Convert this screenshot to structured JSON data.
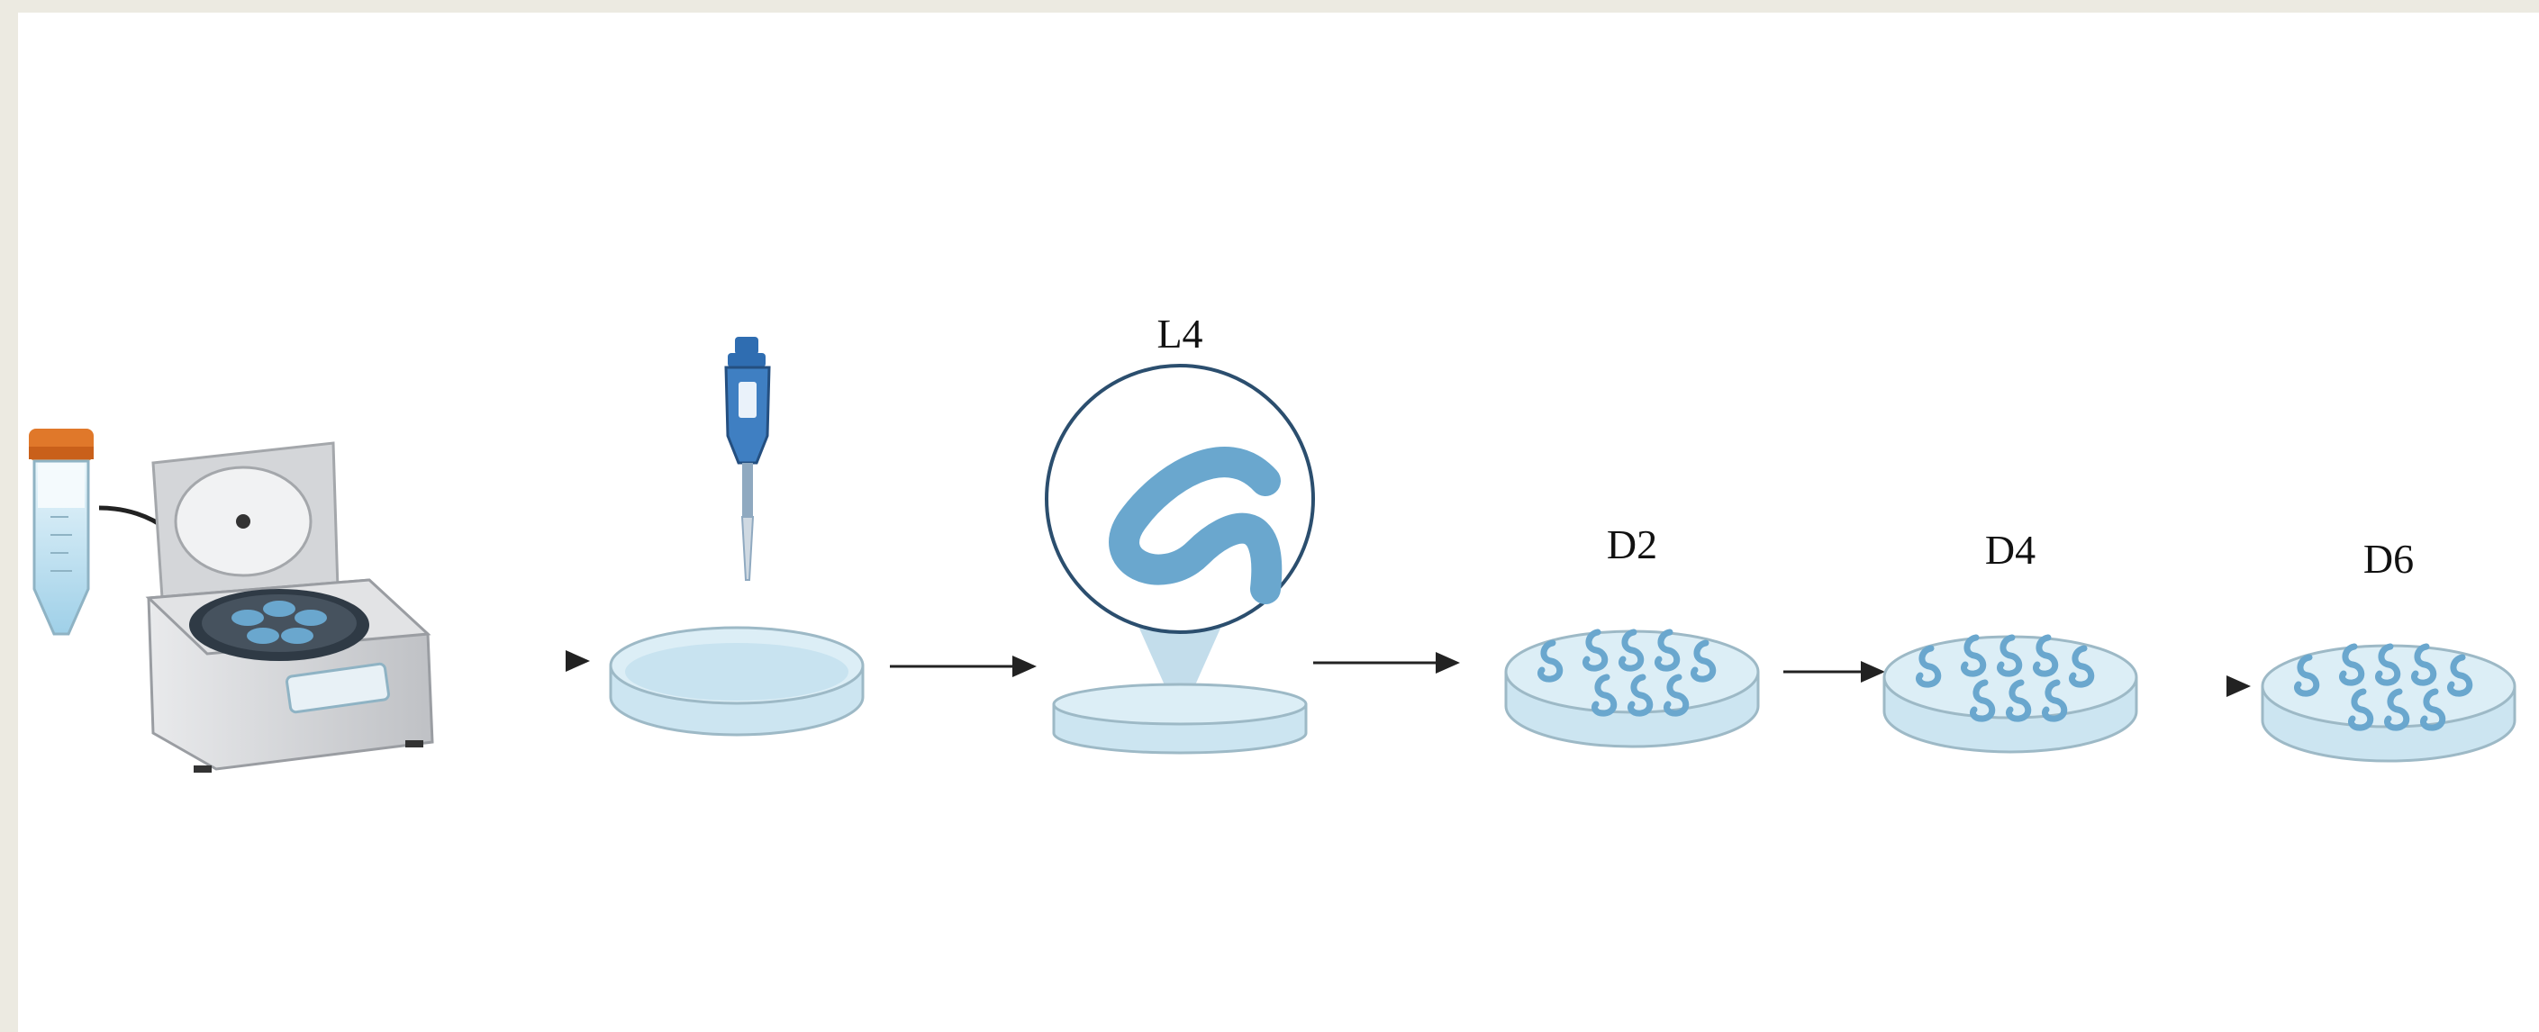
{
  "labels": {
    "l4": "L4",
    "d2": "D2",
    "d4": "D4",
    "d6": "D6"
  },
  "icons": [
    "conical-tube-icon",
    "centrifuge-icon",
    "pipette-icon",
    "petri-dish-icon",
    "magnifier-circle-icon",
    "worm-icon",
    "arrow-icon"
  ],
  "colors": {
    "background_outer": "#ECEAE1",
    "background_inner": "#FFFFFF",
    "dish_fill": "#DCEEF6",
    "dish_edge": "#9DB9C6",
    "worm": "#6AA7CE",
    "tube_cap": "#E0782A",
    "pipette_body": "#2F6DB1",
    "centrifuge_body": "#D9DADC",
    "arrow": "#222222"
  }
}
